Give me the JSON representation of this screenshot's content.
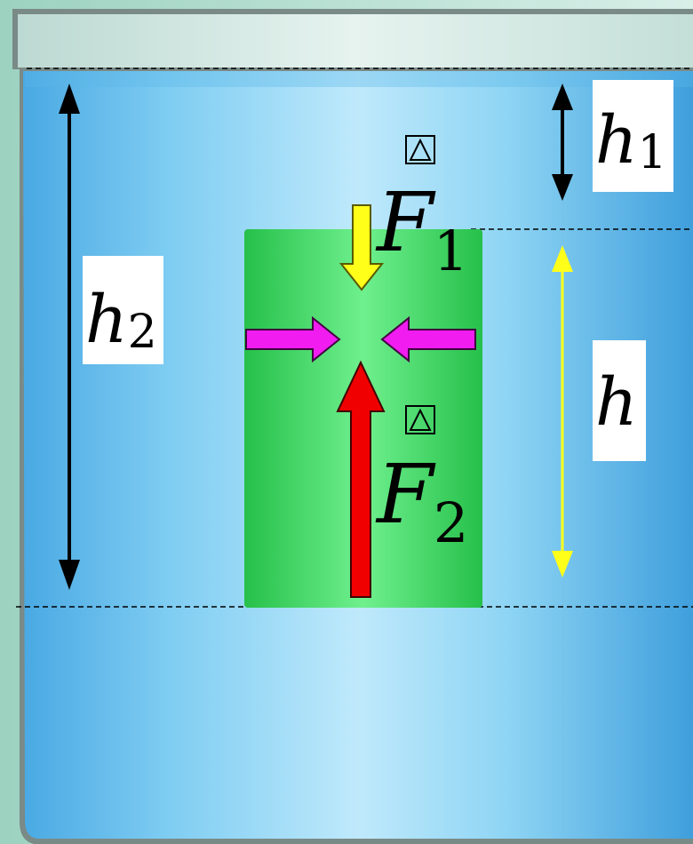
{
  "labels": {
    "h1": {
      "main": "h",
      "sub": "1"
    },
    "h2": {
      "main": "h",
      "sub": "2"
    },
    "h": {
      "main": "h"
    },
    "F1": {
      "main": "F",
      "sub": "1"
    },
    "F2": {
      "main": "F",
      "sub": "2"
    }
  },
  "colors": {
    "water": "#6cc3ee",
    "object": "#2fcf56",
    "downward_force": "#ffff1a",
    "upward_force": "#f00000",
    "side_forces": "#f01cf0",
    "height_h": "#ffff1a",
    "heights_h1_h2": "#000000"
  }
}
